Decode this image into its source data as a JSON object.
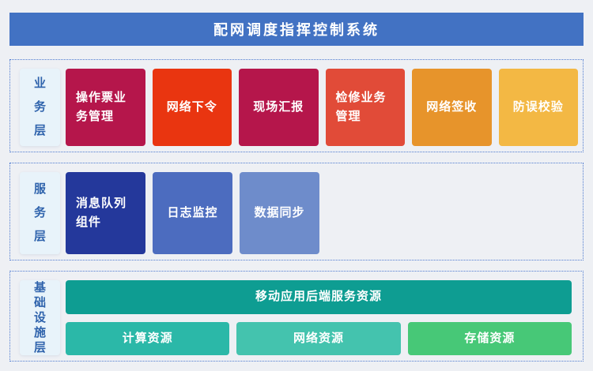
{
  "header": {
    "title": "配网调度指挥控制系统",
    "bg": "#4272C3",
    "text_color": "#FFFFFF"
  },
  "layers": [
    {
      "label": "业务层",
      "boxes": [
        {
          "label": "操作票业务管理",
          "color": "#B5164B"
        },
        {
          "label": "网络下令",
          "color": "#E93510"
        },
        {
          "label": "现场汇报",
          "color": "#B5164B"
        },
        {
          "label": "检修业务管理",
          "color": "#E14B38"
        },
        {
          "label": "网络签收",
          "color": "#E7942B"
        },
        {
          "label": "防误校验",
          "color": "#F3B844"
        }
      ]
    },
    {
      "label": "服务层",
      "boxes": [
        {
          "label": "消息队列组件",
          "color": "#24389B"
        },
        {
          "label": "日志监控",
          "color": "#4C6CBF"
        },
        {
          "label": "数据同步",
          "color": "#6E8CCB"
        }
      ]
    },
    {
      "label": "基础设施层",
      "wide_box": {
        "label": "移动应用后端服务资源",
        "color": "#0E9D92"
      },
      "boxes": [
        {
          "label": "计算资源",
          "color": "#2BB8A8"
        },
        {
          "label": "网络资源",
          "color": "#44C3AE"
        },
        {
          "label": "存储资源",
          "color": "#47C877"
        }
      ]
    }
  ],
  "styles": {
    "page_bg": "#EEF0F4",
    "border_color": "#4F7BD0",
    "label_bg": "#E8F3FA",
    "label_text": "#2F63AC"
  }
}
